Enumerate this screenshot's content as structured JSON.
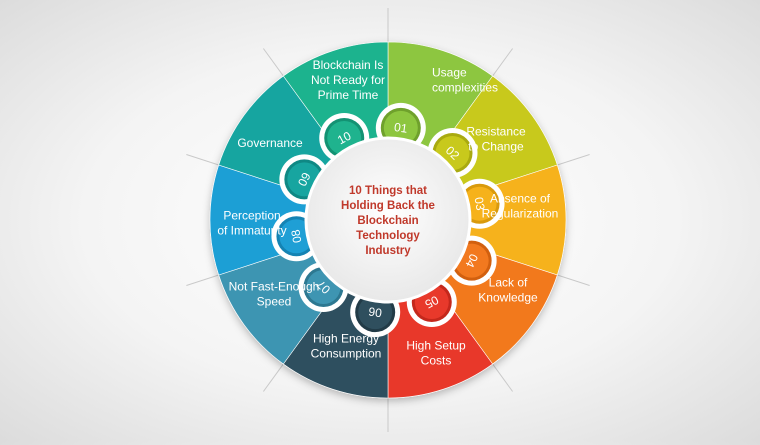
{
  "title_lines": [
    "10 Things that",
    "Holding Back the",
    "Blockchain",
    "Technology",
    "Industry"
  ],
  "segments": [
    {
      "num": "01",
      "label": [
        "Usage",
        "complexities"
      ],
      "color": "#8dc63f",
      "dark": "#6fa12c"
    },
    {
      "num": "02",
      "label": [
        "Resistance",
        "to Change"
      ],
      "color": "#c8c91c",
      "dark": "#a9aa10"
    },
    {
      "num": "03",
      "label": [
        "Absence of",
        "Regularization"
      ],
      "color": "#f6b21b",
      "dark": "#d99a0c"
    },
    {
      "num": "04",
      "label": [
        "Lack of",
        "Knowledge"
      ],
      "color": "#f2791f",
      "dark": "#d2600f"
    },
    {
      "num": "05",
      "label": [
        "High Setup",
        "Costs"
      ],
      "color": "#e8392b",
      "dark": "#c4281c"
    },
    {
      "num": "06",
      "label": [
        "High Energy",
        "Consumption"
      ],
      "color": "#2f4f5e",
      "dark": "#223b47"
    },
    {
      "num": "07",
      "label": [
        "Not Fast-Enough",
        "Speed"
      ],
      "color": "#3e95b2",
      "dark": "#2d7891"
    },
    {
      "num": "08",
      "label": [
        "Perception",
        "of Immaturity"
      ],
      "color": "#1f9fd5",
      "dark": "#1583b3"
    },
    {
      "num": "09",
      "label": [
        "Governance"
      ],
      "color": "#17a5a0",
      "dark": "#0f8884"
    },
    {
      "num": "10",
      "label": [
        "Blockchain Is",
        "Not Ready for",
        "Prime Time"
      ],
      "color": "#1fb38e",
      "dark": "#139273"
    }
  ]
}
